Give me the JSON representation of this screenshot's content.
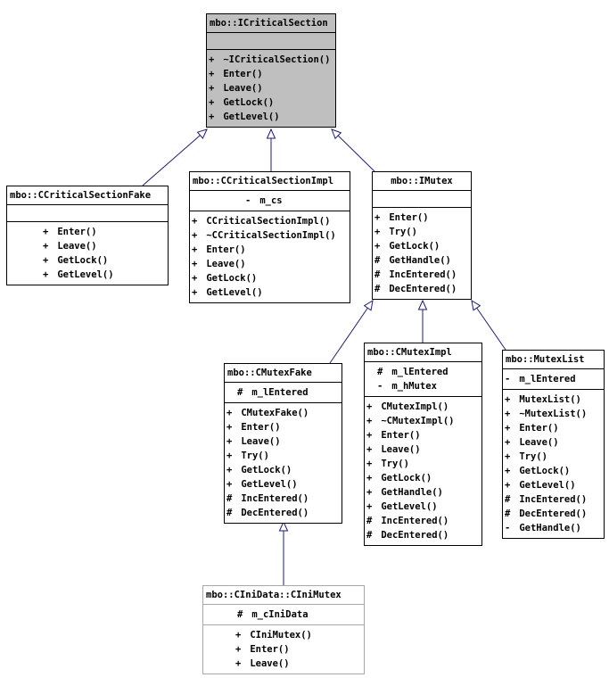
{
  "diagram": {
    "classes": [
      {
        "id": "ICriticalSection",
        "name": "mbo::ICriticalSection",
        "focused": true,
        "attributes": [],
        "methods": [
          {
            "v": "+",
            "t": "~ICriticalSection()"
          },
          {
            "v": "+",
            "t": "Enter()"
          },
          {
            "v": "+",
            "t": "Leave()"
          },
          {
            "v": "+",
            "t": "GetLock()"
          },
          {
            "v": "+",
            "t": "GetLevel()"
          }
        ]
      },
      {
        "id": "CCriticalSectionFake",
        "name": "mbo::CCriticalSectionFake",
        "attributes": [],
        "methods": [
          {
            "v": "+",
            "t": "Enter()"
          },
          {
            "v": "+",
            "t": "Leave()"
          },
          {
            "v": "+",
            "t": "GetLock()"
          },
          {
            "v": "+",
            "t": "GetLevel()"
          }
        ]
      },
      {
        "id": "CCriticalSectionImpl",
        "name": "mbo::CCriticalSectionImpl",
        "attributes": [
          {
            "v": "-",
            "t": "m_cs"
          }
        ],
        "methods": [
          {
            "v": "+",
            "t": "CCriticalSectionImpl()"
          },
          {
            "v": "+",
            "t": "~CCriticalSectionImpl()"
          },
          {
            "v": "+",
            "t": "Enter()"
          },
          {
            "v": "+",
            "t": "Leave()"
          },
          {
            "v": "+",
            "t": "GetLock()"
          },
          {
            "v": "+",
            "t": "GetLevel()"
          }
        ]
      },
      {
        "id": "IMutex",
        "name": "mbo::IMutex",
        "attributes": [],
        "methods": [
          {
            "v": "+",
            "t": "Enter()"
          },
          {
            "v": "+",
            "t": "Try()"
          },
          {
            "v": "+",
            "t": "GetLock()"
          },
          {
            "v": "#",
            "t": "GetHandle()"
          },
          {
            "v": "#",
            "t": "IncEntered()"
          },
          {
            "v": "#",
            "t": "DecEntered()"
          }
        ]
      },
      {
        "id": "CMutexFake",
        "name": "mbo::CMutexFake",
        "attributes": [
          {
            "v": "#",
            "t": "m_lEntered"
          }
        ],
        "methods": [
          {
            "v": "+",
            "t": "CMutexFake()"
          },
          {
            "v": "+",
            "t": "Enter()"
          },
          {
            "v": "+",
            "t": "Leave()"
          },
          {
            "v": "+",
            "t": "Try()"
          },
          {
            "v": "+",
            "t": "GetLock()"
          },
          {
            "v": "+",
            "t": "GetLevel()"
          },
          {
            "v": "#",
            "t": "IncEntered()"
          },
          {
            "v": "#",
            "t": "DecEntered()"
          }
        ]
      },
      {
        "id": "CMutexImpl",
        "name": "mbo::CMutexImpl",
        "attributes": [
          {
            "v": "#",
            "t": "m_lEntered"
          },
          {
            "v": "-",
            "t": "m_hMutex"
          }
        ],
        "methods": [
          {
            "v": "+",
            "t": "CMutexImpl()"
          },
          {
            "v": "+",
            "t": "~CMutexImpl()"
          },
          {
            "v": "+",
            "t": "Enter()"
          },
          {
            "v": "+",
            "t": "Leave()"
          },
          {
            "v": "+",
            "t": "Try()"
          },
          {
            "v": "+",
            "t": "GetLock()"
          },
          {
            "v": "+",
            "t": "GetHandle()"
          },
          {
            "v": "+",
            "t": "GetLevel()"
          },
          {
            "v": "#",
            "t": "IncEntered()"
          },
          {
            "v": "#",
            "t": "DecEntered()"
          }
        ]
      },
      {
        "id": "MutexList",
        "name": "mbo::MutexList",
        "attributes": [
          {
            "v": "-",
            "t": "m_lEntered"
          }
        ],
        "methods": [
          {
            "v": "+",
            "t": "MutexList()"
          },
          {
            "v": "+",
            "t": "~MutexList()"
          },
          {
            "v": "+",
            "t": "Enter()"
          },
          {
            "v": "+",
            "t": "Leave()"
          },
          {
            "v": "+",
            "t": "Try()"
          },
          {
            "v": "+",
            "t": "GetLock()"
          },
          {
            "v": "+",
            "t": "GetLevel()"
          },
          {
            "v": "#",
            "t": "IncEntered()"
          },
          {
            "v": "#",
            "t": "DecEntered()"
          },
          {
            "v": "-",
            "t": "GetHandle()"
          }
        ]
      },
      {
        "id": "CIniMutex",
        "name": "mbo::CIniData::CIniMutex",
        "attributes": [
          {
            "v": "#",
            "t": "m_cIniData"
          }
        ],
        "methods": [
          {
            "v": "+",
            "t": "CIniMutex()"
          },
          {
            "v": "+",
            "t": "Enter()"
          },
          {
            "v": "+",
            "t": "Leave()"
          }
        ]
      }
    ],
    "inheritance": [
      {
        "child": "CCriticalSectionFake",
        "parent": "ICriticalSection"
      },
      {
        "child": "CCriticalSectionImpl",
        "parent": "ICriticalSection"
      },
      {
        "child": "IMutex",
        "parent": "ICriticalSection"
      },
      {
        "child": "CMutexFake",
        "parent": "IMutex"
      },
      {
        "child": "CMutexImpl",
        "parent": "IMutex"
      },
      {
        "child": "MutexList",
        "parent": "IMutex"
      },
      {
        "child": "CIniMutex",
        "parent": "CMutexFake"
      }
    ],
    "colors": {
      "edge": "#1a1a8c",
      "focus_fill": "#bfbfbf",
      "border": "#000000",
      "muted_border": "#a8a8a8"
    }
  }
}
